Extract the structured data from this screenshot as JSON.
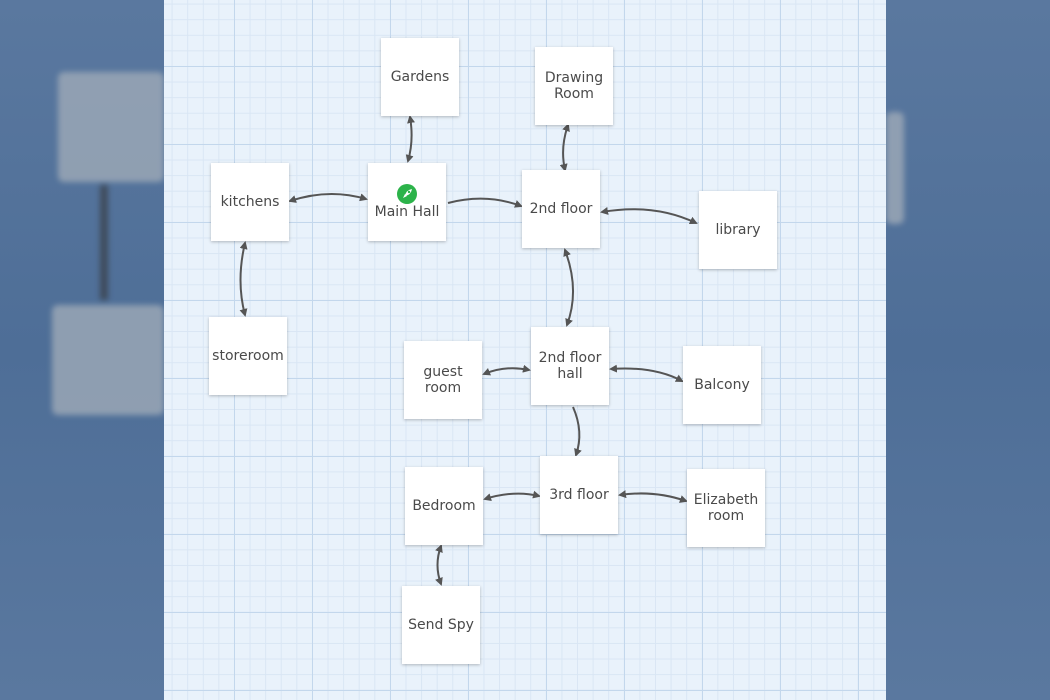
{
  "passages": {
    "gardens": "Gardens",
    "drawing_room": "Drawing\nRoom",
    "kitchens": "kitchens",
    "main_hall": "Main Hall",
    "floor2": "2nd floor",
    "library": "library",
    "storeroom": "storeroom",
    "guest_room": "guest\nroom",
    "floor2_hall": "2nd floor\nhall",
    "balcony": "Balcony",
    "bedroom": "Bedroom",
    "floor3": "3rd floor",
    "elizabeth_room": "Elizabeth\nroom",
    "send_spy": "Send Spy"
  },
  "start_passage_icon": "rocket-icon",
  "colors": {
    "grid_bg": "#e9f2fb",
    "start_badge": "#2cb34a",
    "link_arrow": "#555555"
  }
}
